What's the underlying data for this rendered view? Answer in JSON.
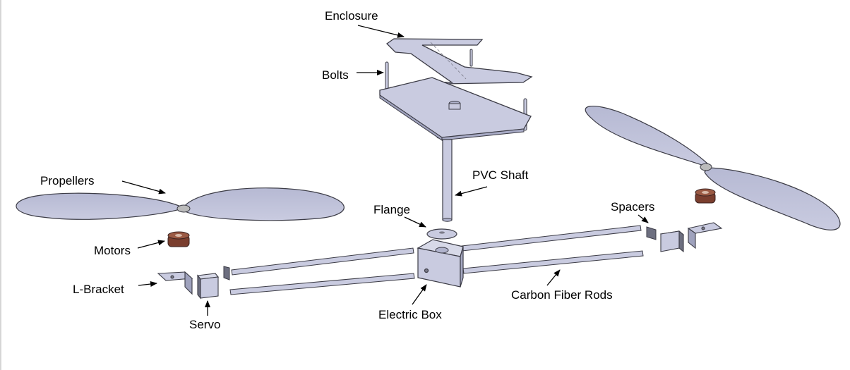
{
  "labels": {
    "enclosure": "Enclosure",
    "bolts": "Bolts",
    "propellers": "Propellers",
    "pvc_shaft": "PVC Shaft",
    "flange": "Flange",
    "spacers": "Spacers",
    "motors": "Motors",
    "l_bracket": "L-Bracket",
    "servo": "Servo",
    "electric_box": "Electric Box",
    "carbon_fiber_rods": "Carbon Fiber Rods"
  },
  "colors": {
    "part_fill": "#c9cbe0",
    "part_stroke": "#3b3b45",
    "motor": "#7a3e2e",
    "arrow": "#000000"
  }
}
